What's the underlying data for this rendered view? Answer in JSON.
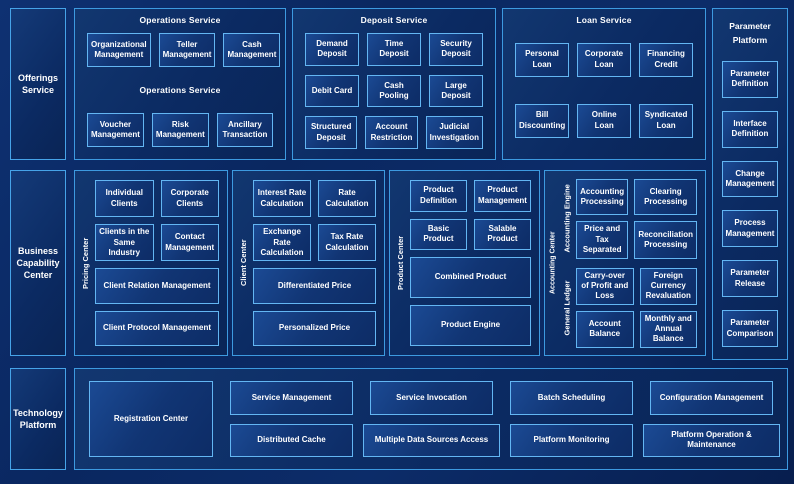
{
  "left_rail": {
    "offerings": "Offerings Service",
    "business": "Business Capability Center",
    "technology": "Technology Platform"
  },
  "operations": {
    "title": "Operations Service",
    "watermark": "Operations Service",
    "row1": [
      "Organizational Management",
      "Teller Management",
      "Cash Management"
    ],
    "row2": [
      "Voucher Management",
      "Risk Management",
      "Ancillary Transaction"
    ]
  },
  "deposit": {
    "title": "Deposit Service",
    "row1": [
      "Demand Deposit",
      "Time Deposit",
      "Security Deposit"
    ],
    "row2": [
      "Debit Card",
      "Cash Pooling",
      "Large Deposit"
    ],
    "row3": [
      "Structured Deposit",
      "Account Restriction",
      "Judicial Investigation"
    ]
  },
  "loan": {
    "title": "Loan Service",
    "row1": [
      "Personal Loan",
      "Corporate Loan",
      "Financing Credit"
    ],
    "row2": [
      "Bill Discounting",
      "Online Loan",
      "Syndicated Loan"
    ]
  },
  "parameter": {
    "title": "Parameter Platform",
    "items": [
      "Parameter Definition",
      "Interface Definition",
      "Change Management",
      "Process Management",
      "Parameter Release",
      "Parameter Comparison"
    ]
  },
  "pricing": {
    "label": "Pricing Center",
    "small": [
      "Individual Clients",
      "Corporate Clients",
      "Clients in the Same Industry",
      "Contact Management"
    ],
    "wide": [
      "Client Relation Management",
      "Client Protocol Management"
    ]
  },
  "client": {
    "label": "Client Center",
    "small": [
      "Interest Rate Calculation",
      "Rate Calculation",
      "Exchange Rate Calculation",
      "Tax Rate Calculation"
    ],
    "wide": [
      "Differentiated Price",
      "Personalized Price"
    ]
  },
  "product": {
    "label": "Product Center",
    "small": [
      "Product Definition",
      "Product Management",
      "Basic Product",
      "Salable Product"
    ],
    "wide": [
      "Combined Product",
      "Product Engine"
    ]
  },
  "accounting": {
    "outer_label": "Accounting Center",
    "engine": {
      "label": "Accounting Engine",
      "items": [
        "Accounting Processing",
        "Clearing Processing",
        "Price and Tax Separated",
        "Reconciliation Processing"
      ]
    },
    "ledger": {
      "label": "General Ledger",
      "items": [
        "Carry-over of Profit and Loss",
        "Foreign Currency Revaluation",
        "Account Balance",
        "Monthly and Annual Balance"
      ]
    }
  },
  "technology": {
    "registration": "Registration Center",
    "col1": [
      "Service Management",
      "Distributed Cache"
    ],
    "col2": [
      "Service Invocation",
      "Multiple Data Sources Access"
    ],
    "col3": [
      "Batch Scheduling",
      "Platform Monitoring"
    ],
    "col4": [
      "Configuration Management",
      "Platform Operation & Maintenance"
    ]
  },
  "palette": {
    "background": "#0a2760",
    "section_border": "#3d9ae0",
    "box_border": "#63b6f3",
    "text": "#ffffff"
  }
}
